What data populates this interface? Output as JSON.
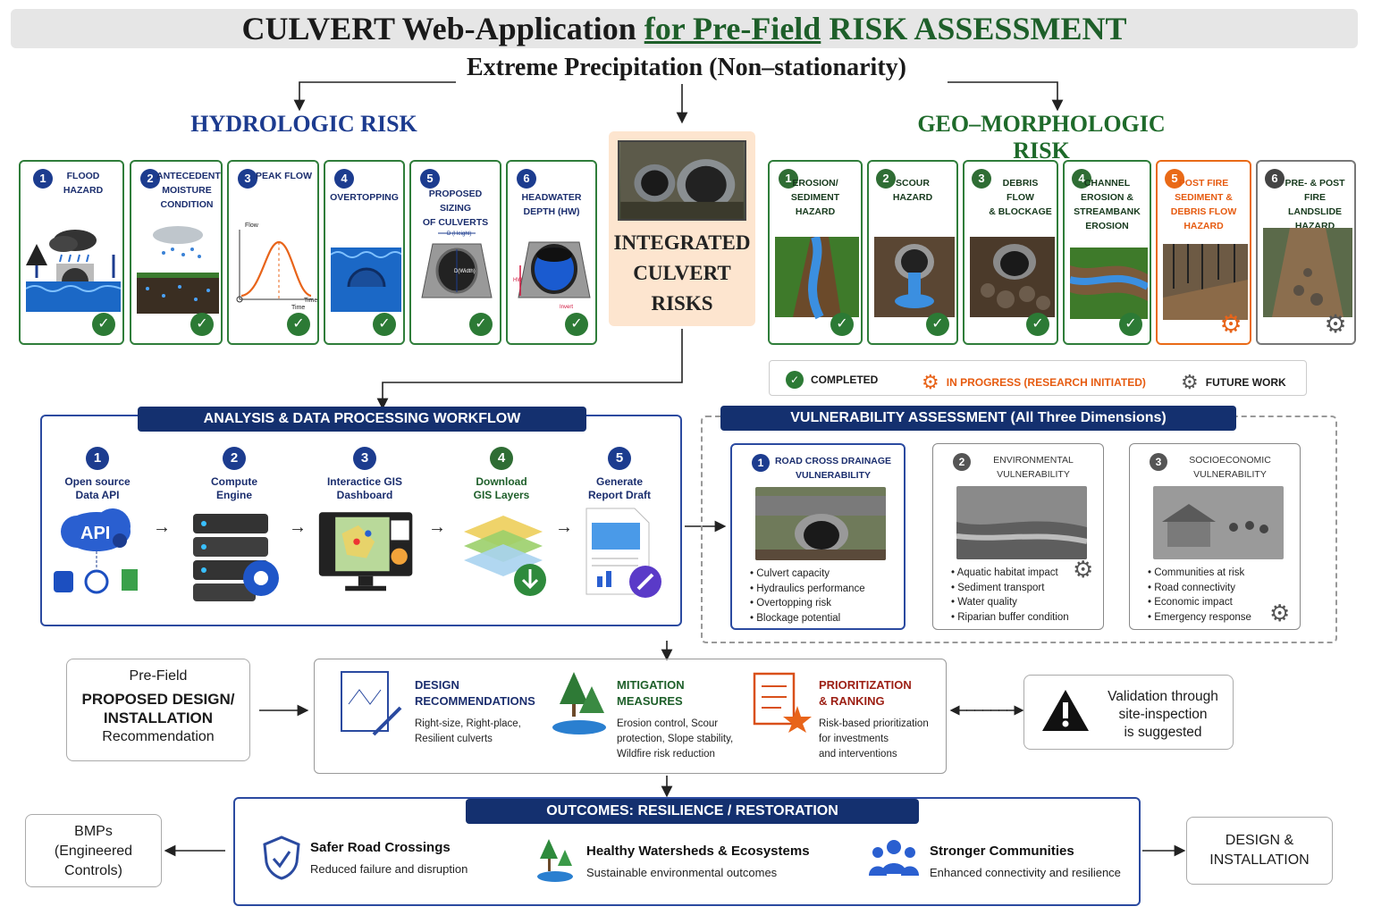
{
  "title": {
    "part1": "CULVERT Web-Application ",
    "part2": "for Pre-Field",
    "part3": " RISK ASSESSMENT"
  },
  "subtitle": "Extreme Precipitation (Non–stationarity)",
  "hydrologic": {
    "title": "HYDROLOGIC RISK",
    "cards": [
      {
        "num": "1",
        "label": "FLOOD\nHAZARD",
        "status": "completed"
      },
      {
        "num": "2",
        "label": "ANTECEDENT\nMOISTURE\nCONDITION",
        "status": "completed"
      },
      {
        "num": "3",
        "label": "PEAK FLOW",
        "status": "completed",
        "graph": {
          "y": "Flow",
          "x": "Time",
          "x2": "Time"
        }
      },
      {
        "num": "4",
        "label": "OVERTOPPING",
        "status": "completed"
      },
      {
        "num": "5",
        "label": "PROPOSED SIZING\nOF CULVERTS",
        "status": "completed",
        "dim": {
          "top": "D (Height)",
          "mid": "D(Width)"
        }
      },
      {
        "num": "6",
        "label": "HEADWATER\nDEPTH (HW)",
        "status": "completed",
        "dim": {
          "side": "HW",
          "bottom": "Invert"
        }
      }
    ]
  },
  "integrated": {
    "line1": "INTEGRATED",
    "line2": "CULVERT",
    "line3": "RISKS"
  },
  "geomorphic": {
    "title": "GEO–MORPHOLOGIC RISK",
    "cards": [
      {
        "num": "1",
        "label": "EROSION/\nSEDIMENT\nHAZARD",
        "status": "completed"
      },
      {
        "num": "2",
        "label": "SCOUR\nHAZARD",
        "status": "completed"
      },
      {
        "num": "3",
        "label": "DEBRIS FLOW\n& BLOCKAGE",
        "status": "completed"
      },
      {
        "num": "4",
        "label": "CHANNEL\nEROSION &\nSTREAMBANK\nEROSION",
        "status": "completed"
      },
      {
        "num": "5",
        "label": "POST FIRE\nSEDIMENT &\nDEBRIS FLOW\nHAZARD",
        "status": "in-progress"
      },
      {
        "num": "6",
        "label": "PRE- & POST FIRE\nLANDSLIDE\nHAZARD",
        "status": "future"
      }
    ]
  },
  "legend": {
    "completed": "COMPLETED",
    "in_progress": "IN PROGRESS (RESEARCH INITIATED)",
    "future": "FUTURE WORK"
  },
  "workflow": {
    "title": "ANALYSIS & DATA PROCESSING WORKFLOW",
    "steps": [
      {
        "num": "1",
        "label": "Open source\nData API",
        "icon_text": "API"
      },
      {
        "num": "2",
        "label": "Compute\nEngine"
      },
      {
        "num": "3",
        "label": "Interactice GIS\nDashboard"
      },
      {
        "num": "4",
        "label": "Download\nGIS Layers"
      },
      {
        "num": "5",
        "label": "Generate\nReport Draft"
      }
    ]
  },
  "vulnerability": {
    "title": "VULNERABILITY ASSESSMENT (All Three Dimensions)",
    "cards": [
      {
        "num": "1",
        "label": "ROAD CROSS DRAINAGE\nVULNERABILITY",
        "items": [
          "Culvert capacity",
          "Hydraulics performance",
          "Overtopping risk",
          "Blockage potential"
        ]
      },
      {
        "num": "2",
        "label": "ENVIRONMENTAL\nVULNERABILITY",
        "items": [
          "Aquatic habitat impact",
          "Sediment transport",
          "Water quality",
          "Riparian buffer condition"
        ]
      },
      {
        "num": "3",
        "label": "SOCIOECONOMIC\nVULNERABILITY",
        "items": [
          "Communities at risk",
          "Road connectivity",
          "Economic impact",
          "Emergency response"
        ]
      }
    ]
  },
  "prefield": {
    "line1": "Pre-Field",
    "line2": "PROPOSED DESIGN/\nINSTALLATION",
    "line3": "Recommendation"
  },
  "recommendations": [
    {
      "title": "DESIGN\nRECOMMENDATIONS",
      "text": "Right-size, Right-place,\nResilient culverts",
      "color": "#1b2e6e"
    },
    {
      "title": "MITIGATION\nMEASURES",
      "text": "Erosion control, Scour\nprotection, Slope stability,\nWildfire risk reduction",
      "color": "#1e5f2a"
    },
    {
      "title": "PRIORITIZATION\n& RANKING",
      "text": "Risk-based prioritization\nfor investments\nand interventions",
      "color": "#9c1f14"
    }
  ],
  "validation": "Validation through\nsite-inspection\nis suggested",
  "outcomes": {
    "title": "OUTCOMES: RESILIENCE / RESTORATION",
    "items": [
      {
        "title": "Safer Road Crossings",
        "text": "Reduced failure and disruption"
      },
      {
        "title": "Healthy Watersheds & Ecosystems",
        "text": "Sustainable environmental outcomes"
      },
      {
        "title": "Stronger Communities",
        "text": "Enhanced connectivity and resilience"
      }
    ]
  },
  "bmps": "BMPs\n(Engineered\nControls)",
  "design_installation": "DESIGN &\nINSTALLATION",
  "colors": {
    "navy": "#14306f",
    "green": "#2f7d3a",
    "orange": "#e96a17",
    "gray": "#555555"
  }
}
